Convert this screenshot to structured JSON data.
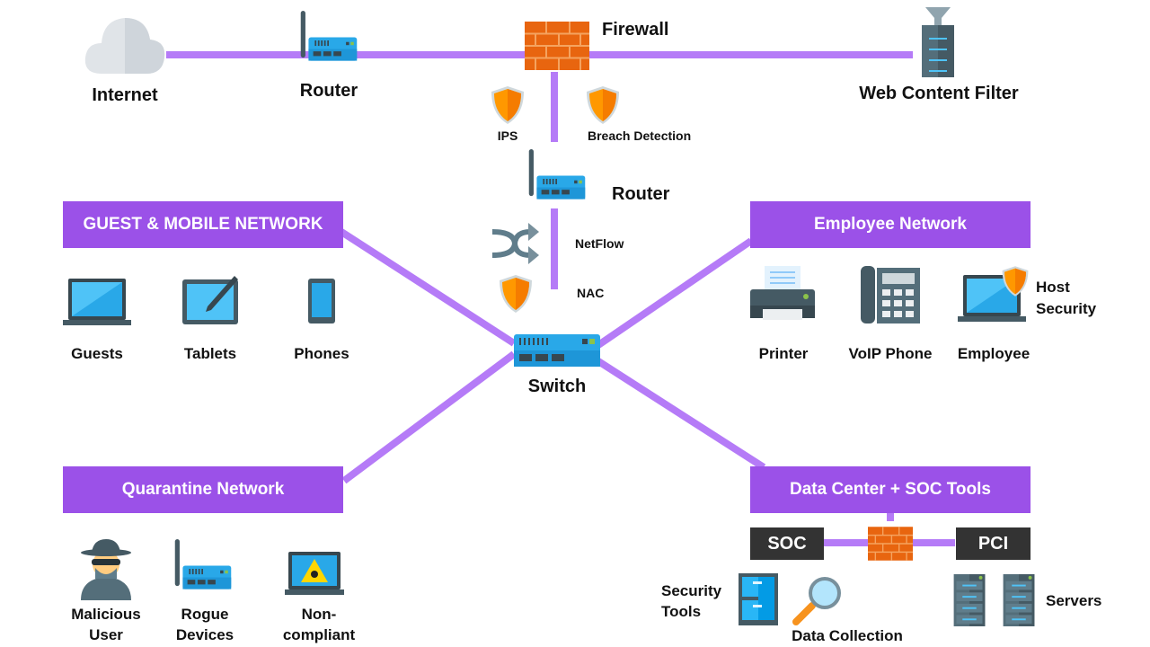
{
  "colors": {
    "link": "#b57bf7",
    "network_box": "#9b51e8",
    "zone_box": "#333333",
    "device_blue": "#29a8e8",
    "shield": "#f7931e",
    "firewall": "#e8650f"
  },
  "top": {
    "internet": "Internet",
    "router": "Router",
    "firewall": "Firewall",
    "web_filter": "Web Content Filter",
    "ips": "IPS",
    "breach": "Breach Detection",
    "router2": "Router",
    "netflow": "NetFlow",
    "nac": "NAC",
    "switch": "Switch"
  },
  "guest": {
    "title": "GUEST & MOBILE NETWORK",
    "items": [
      "Guests",
      "Tablets",
      "Phones"
    ]
  },
  "employee": {
    "title": "Employee Network",
    "items": [
      "Printer",
      "VoIP Phone",
      "Employee"
    ],
    "host_security": [
      "Host",
      "Security"
    ]
  },
  "quarantine": {
    "title": "Quarantine Network",
    "items": [
      [
        "Malicious",
        "User"
      ],
      [
        "Rogue",
        "Devices"
      ],
      [
        "Non-",
        "compliant"
      ]
    ]
  },
  "datacenter": {
    "title": "Data Center + SOC Tools",
    "soc": "SOC",
    "pci": "PCI",
    "security_tools": [
      "Security",
      "Tools"
    ],
    "data_collection": "Data Collection",
    "servers": "Servers"
  }
}
